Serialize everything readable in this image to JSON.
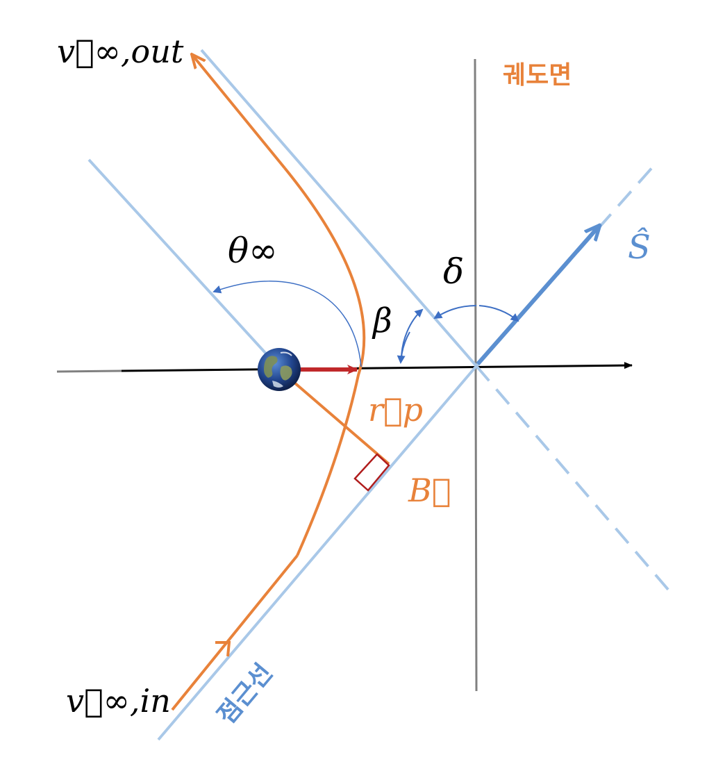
{
  "labels": {
    "v_out": "v⃗∞,out",
    "v_in": "v⃗∞,in",
    "theta": "θ∞",
    "beta": "β",
    "delta": "δ",
    "s_hat": "Ŝ",
    "r_p": "r⃗p",
    "b_vec": "B⃗",
    "orbit_plane": "궤도면",
    "asymptote": "점근선"
  },
  "colors": {
    "orange": "#e8823a",
    "light_blue": "#a9c8e8",
    "mid_blue": "#5b8fd0",
    "dark_red": "#c0282a",
    "gray": "#808080",
    "black": "#000000"
  },
  "icons": {
    "planet": "earth-icon"
  }
}
